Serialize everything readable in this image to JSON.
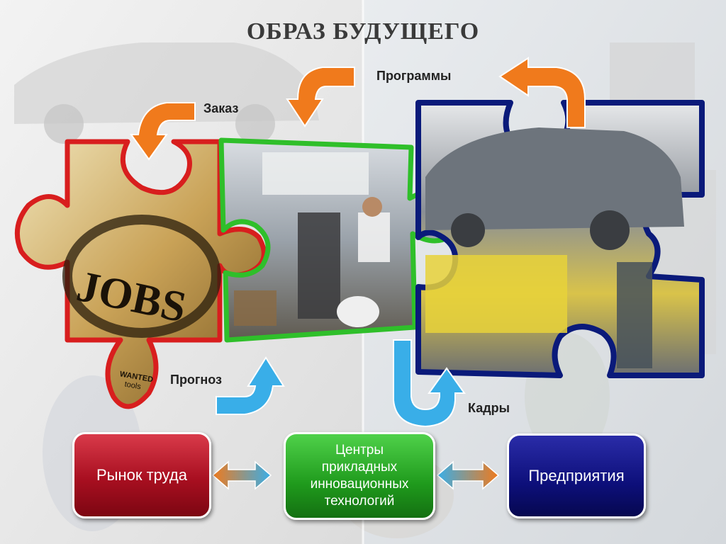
{
  "title": "ОБРАЗ БУДУЩЕГО",
  "labels": {
    "order": "Заказ",
    "programs": "Программы",
    "forecast": "Прогноз",
    "staff": "Кадры"
  },
  "boxes": {
    "labor_market": "Рынок труда",
    "centers": [
      "Центры",
      "прикладных",
      "инновационных",
      "технологий"
    ],
    "enterprises": "Предприятия"
  },
  "puzzle_text": {
    "jobs": "JOBS",
    "wanted": "WANTED",
    "tools": "tools"
  },
  "colors": {
    "red_box": "#a80f20",
    "green_box": "#1f9a1c",
    "blue_box": "#0d0f7a",
    "orange_arrow": "#f07a1c",
    "blue_arrow": "#39aee8",
    "red_border": "#d81e1e",
    "green_border": "#2fbf2a",
    "navy_border": "#0a1a7a"
  }
}
